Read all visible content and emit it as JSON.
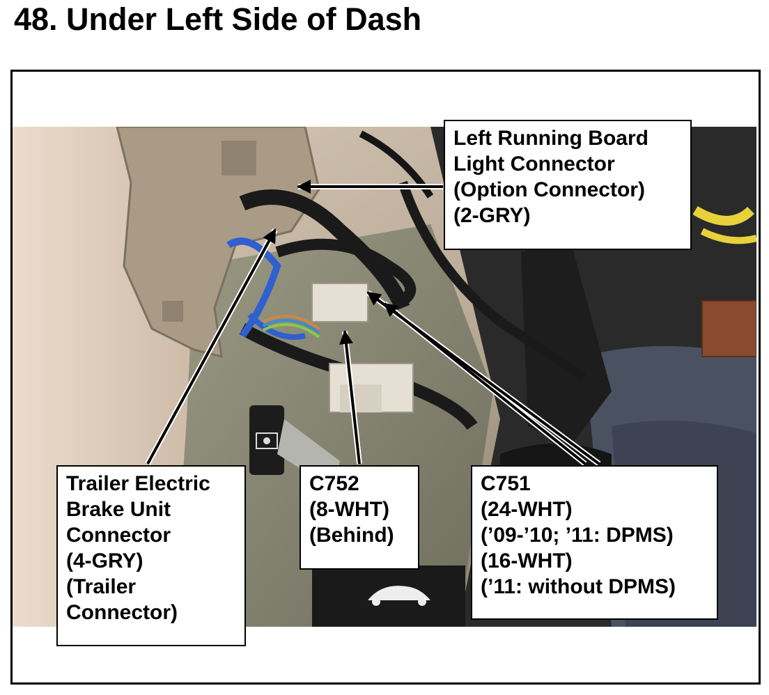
{
  "title": "48.  Under Left Side of Dash",
  "callouts": {
    "running_board": [
      "Left Running Board",
      "Light Connector",
      "(Option Connector)",
      "(2-GRY)"
    ],
    "trailer_brake": [
      "Trailer Electric",
      "Brake Unit",
      "Connector",
      "(4-GRY)",
      "(Trailer",
      "Connector)"
    ],
    "c752": [
      "C752",
      "(8-WHT)",
      "(Behind)"
    ],
    "c751": [
      "C751",
      "(24-WHT)",
      "(’09-’10; ’11: DPMS)",
      "(16-WHT)",
      "(’11: without DPMS)"
    ]
  },
  "icons": [
    "fuel-door-icon",
    "hood-release-icon"
  ],
  "colors": {
    "dash_panel": "#a99b86",
    "harness": "#1a1a1a",
    "carpet": "#4a5262",
    "connector_white": "#e6e0d4",
    "connector_brown": "#8a4a2e",
    "wire_yellow": "#e8d23a",
    "wire_blue": "#2f5fd0"
  }
}
